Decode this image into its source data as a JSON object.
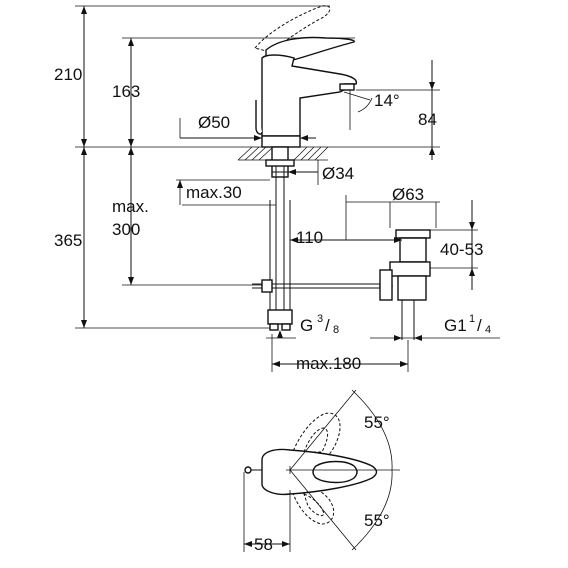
{
  "dimensions": {
    "total_height": "210",
    "spout_height": "163",
    "base_diameter": "Ø50",
    "spout_angle": "14°",
    "spout_reach_height": "84",
    "hole_diameter": "Ø34",
    "counter_thickness": "max.30",
    "below_counter_label": "max.",
    "below_counter_value": "300",
    "depth_to_drain": "365",
    "drain_offset": "110",
    "drain_diameter": "Ø63",
    "drain_adjust": "40-53",
    "inlet_thread_main": "G",
    "inlet_thread_num": "3",
    "inlet_thread_den": "8",
    "drain_thread_main": "G1",
    "drain_thread_num": "1",
    "drain_thread_den": "4",
    "max_width": "max.180",
    "lever_angle_top": "55°",
    "lever_angle_bottom": "55°",
    "lever_length": "58"
  }
}
